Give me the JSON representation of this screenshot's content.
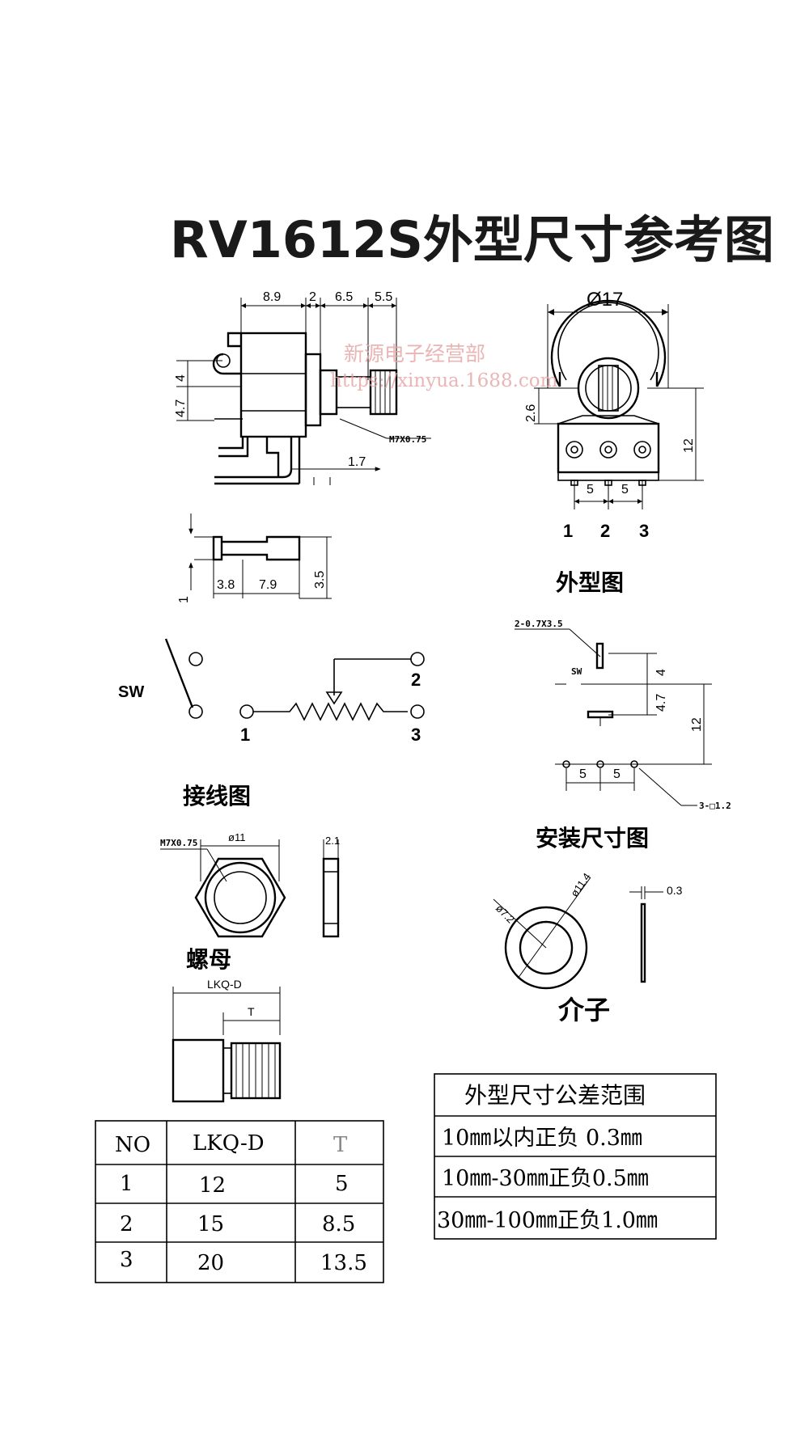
{
  "title": "RV1612S外型尺寸参考图",
  "watermark": {
    "line1": "新源电子经营部",
    "line2": "https://xinyua.1688.com"
  },
  "side_view": {
    "dims": [
      "8.9",
      "2",
      "6.5",
      "5.5",
      "4",
      "4.7",
      "1.7"
    ],
    "thread": "M7X0.75"
  },
  "front_view": {
    "diameter": "Ø17",
    "dims": [
      "2.6",
      "12",
      "5",
      "5"
    ],
    "pins": [
      "1",
      "2",
      "3"
    ]
  },
  "pin_detail": {
    "dims": [
      "3.8",
      "7.9",
      "3.5",
      "1"
    ]
  },
  "outline_label": "外型图",
  "wiring": {
    "sw": "SW",
    "pins": [
      "2",
      "1",
      "3"
    ],
    "label": "接线图"
  },
  "mounting": {
    "slot": "2-0.7X3.5",
    "sw": "SW",
    "dims": [
      "4",
      "4.7",
      "12",
      "5",
      "5"
    ],
    "holes": "3-□1.2",
    "label": "安装尺寸图"
  },
  "nut": {
    "thread": "M7X0.75",
    "dia": "ø11",
    "thick": "2.1",
    "label": "螺母"
  },
  "washer": {
    "inner": "ø7.2",
    "outer": "ø11.4",
    "thick": "0.3",
    "label": "介子"
  },
  "shaft": {
    "lkq": "LKQ-D",
    "t": "T"
  },
  "shaft_table": {
    "headers": [
      "NO",
      "LKQ-D",
      "T"
    ],
    "rows": [
      [
        "1",
        "12",
        "5"
      ],
      [
        "2",
        "15",
        "8.5"
      ],
      [
        "3",
        "20",
        "13.5"
      ]
    ]
  },
  "tolerance": {
    "header": "外型尺寸公差范围",
    "rows": [
      "10㎜以内正负 0.3㎜",
      "10㎜-30㎜正负0.5㎜",
      "30㎜-100㎜正负1.0㎜"
    ]
  }
}
